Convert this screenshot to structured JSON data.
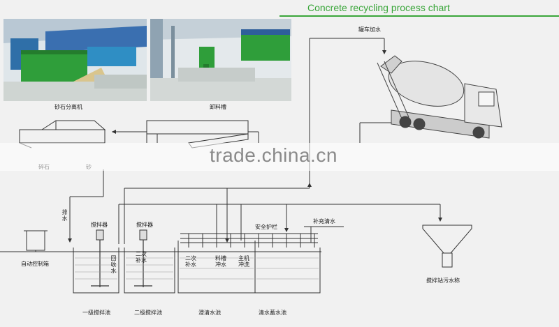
{
  "title": "Concrete recycling process chart",
  "watermark": "trade.china.cn",
  "labels": {
    "separator": "砂石分离机",
    "unloading_trough": "卸料槽",
    "mixer_truck_water": "罐车加水",
    "gravel": "碎石",
    "sand": "砂",
    "drain_water": "排水",
    "stirrer_1": "搅拌器",
    "stirrer_2": "搅拌器",
    "guardrail": "安全护栏",
    "supplement_water": "补充清水",
    "control_box": "自动控制箱",
    "recovery_water": "回收水",
    "secondary_water_1": "二次补水",
    "secondary_water_2": "二次补水",
    "trough_flush": "料槽冲水",
    "main_wash": "主机冲洗",
    "sewage_scale": "搅拌站污水称",
    "tank_1": "一级搅拌池",
    "tank_2": "二级搅拌池",
    "clear_tank": "澄清水池",
    "storage_tank": "清水蓄水池"
  },
  "colors": {
    "title": "#3aa63a",
    "line": "#333333",
    "machine_green": "#2f9e3a",
    "roof_blue": "#3a6fb0",
    "truck_body": "#e8e8e8"
  }
}
